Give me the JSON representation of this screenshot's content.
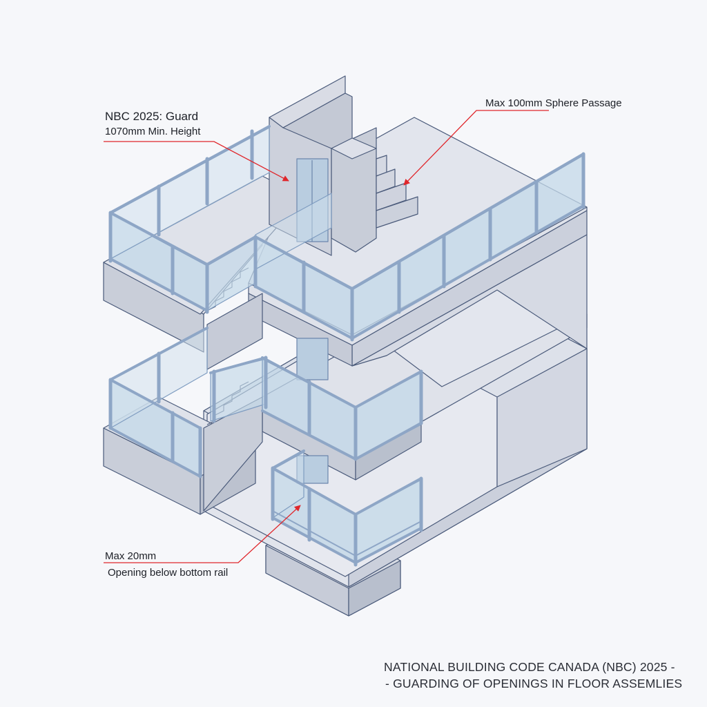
{
  "callouts": {
    "guard": {
      "line1": "NBC 2025: Guard",
      "line2": "1070mm Min. Height"
    },
    "sphere": {
      "text": "Max 100mm Sphere Passage"
    },
    "opening": {
      "line1": "Max 20mm",
      "line2": "Opening below bottom rail"
    }
  },
  "title": {
    "line1": "NATIONAL BUILDING CODE CANADA (NBC) 2025 -",
    "line2": "- GUARDING OF OPENINGS IN FLOOR ASSEMLIES"
  },
  "colors": {
    "background": "#f6f7fa",
    "concrete_top": "#dfe2ea",
    "concrete_side": "#cdd1dc",
    "concrete_dark": "#bcc1ce",
    "glass": "#bfd6e6",
    "glass_stroke": "#7f9cc0",
    "rail": "#aebfd6",
    "outline": "#4a5a7a",
    "callout_line": "#e0262b"
  },
  "icons": {
    "guard_pointer": "red-arrow-icon",
    "sphere_pointer": "red-arrow-icon",
    "opening_pointer": "red-arrow-icon"
  }
}
